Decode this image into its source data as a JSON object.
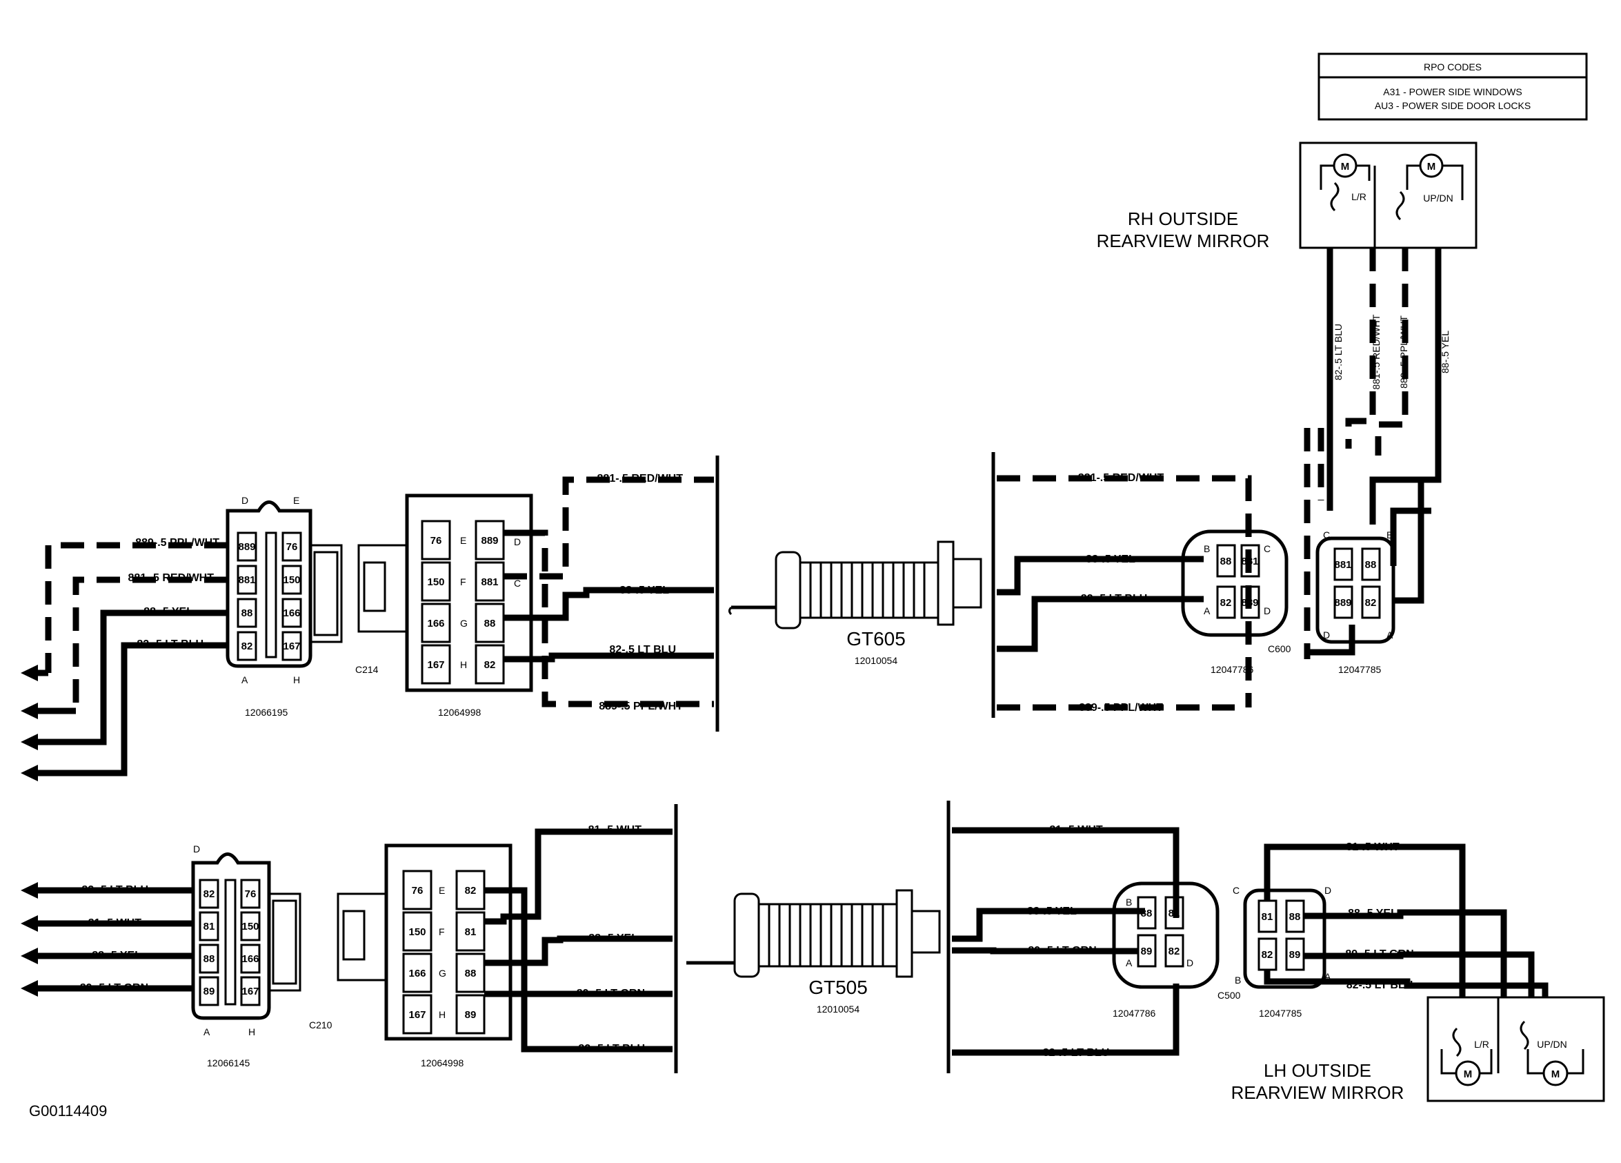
{
  "rpo": {
    "title": "RPO CODES",
    "line1": "A31 - POWER SIDE WINDOWS",
    "line2": "AU3 - POWER SIDE DOOR LOCKS"
  },
  "rh_mirror": {
    "title1": "RH OUTSIDE",
    "title2": "REARVIEW MIRROR",
    "motor_lr": "L/R",
    "motor_ud": "UP/DN",
    "motor_symbol": "M",
    "wires": [
      "82-.5 LT BLU",
      "881-.5 RED/WHT",
      "889-.5 PPL/WHT",
      "88-.5 YEL"
    ]
  },
  "lh_mirror": {
    "title1": "LH OUTSIDE",
    "title2": "REARVIEW MIRROR",
    "motor_lr": "L/R",
    "motor_ud": "UP/DN",
    "motor_symbol": "M"
  },
  "upper": {
    "left_wires": [
      "889-.5 PPL/WHT",
      "881-.5 RED/WHT",
      "88-.5 YEL",
      "82-.5 LT BLU"
    ],
    "conn1": {
      "part": "12066195",
      "pins": [
        "889",
        "881",
        "88",
        "82"
      ],
      "pins2": [
        "76",
        "150",
        "166",
        "167"
      ],
      "letters": [
        "D",
        "E",
        "A",
        "H"
      ]
    },
    "conn2": {
      "part": "12064998",
      "id": "C214",
      "pins": [
        "76",
        "150",
        "166",
        "167"
      ],
      "pins2": [
        "889",
        "881",
        "88",
        "82"
      ],
      "letters": [
        "E",
        "F",
        "G",
        "H"
      ],
      "side_letters": [
        "D",
        "C"
      ]
    },
    "mid_wires": [
      "881-.5 RED/WHT",
      "88-.5 YEL",
      "82-.5 LT BLU",
      "889-.5 PPL/WHT"
    ],
    "grommet": "GT605",
    "grommet_part": "12010054",
    "right_wires": [
      "881-.5 RED/WHT",
      "88-.5 YEL",
      "82-.5 LT BLU",
      "889-.5 PPL/WHT"
    ],
    "conn3": {
      "part": "12047786",
      "pins": [
        "88",
        "881",
        "82",
        "889"
      ],
      "letters": [
        "B",
        "C",
        "A",
        "D"
      ]
    },
    "conn4": {
      "part": "12047785",
      "id": "C600",
      "pins": [
        "881",
        "88",
        "889",
        "82"
      ],
      "letters": [
        "C",
        "B",
        "D",
        "A"
      ]
    }
  },
  "lower": {
    "left_wires": [
      "82-.5 LT BLU",
      "81-.5 WHT",
      "88-.5 YEL",
      "89-.5 LT GRN"
    ],
    "conn1": {
      "part": "12066145",
      "pins": [
        "82",
        "81",
        "88",
        "89"
      ],
      "pins2": [
        "76",
        "150",
        "166",
        "167"
      ],
      "letters": [
        "D",
        "A",
        "H"
      ]
    },
    "conn2": {
      "part": "12064998",
      "id": "C210",
      "pins": [
        "76",
        "150",
        "166",
        "167"
      ],
      "pins2": [
        "82",
        "81",
        "88",
        "89"
      ],
      "letters": [
        "E",
        "F",
        "G",
        "H"
      ]
    },
    "mid_wires": [
      "81-.5 WHT",
      "88-.5 YEL",
      "89-.5 LT GRN",
      "82-.5 LT BLU"
    ],
    "grommet": "GT505",
    "grommet_part": "12010054",
    "right_wires": [
      "81-.5 WHT",
      "88-.5 YEL",
      "89-.5 LT GRN",
      "82-.5 LT BLU"
    ],
    "conn3": {
      "part": "12047786",
      "pins": [
        "88",
        "81",
        "89",
        "82"
      ],
      "letters": [
        "B",
        "C",
        "A",
        "D"
      ]
    },
    "conn4": {
      "part": "12047785",
      "id": "C500",
      "pins": [
        "81",
        "88",
        "82",
        "89"
      ],
      "letters": [
        "C",
        "D",
        "B",
        "A"
      ]
    },
    "far_wires": [
      "81-.5 WHT",
      "88-.5 YEL",
      "89-.5 LT GRN",
      "82-.5 LT BLU"
    ]
  },
  "figure_id": "G00114409"
}
